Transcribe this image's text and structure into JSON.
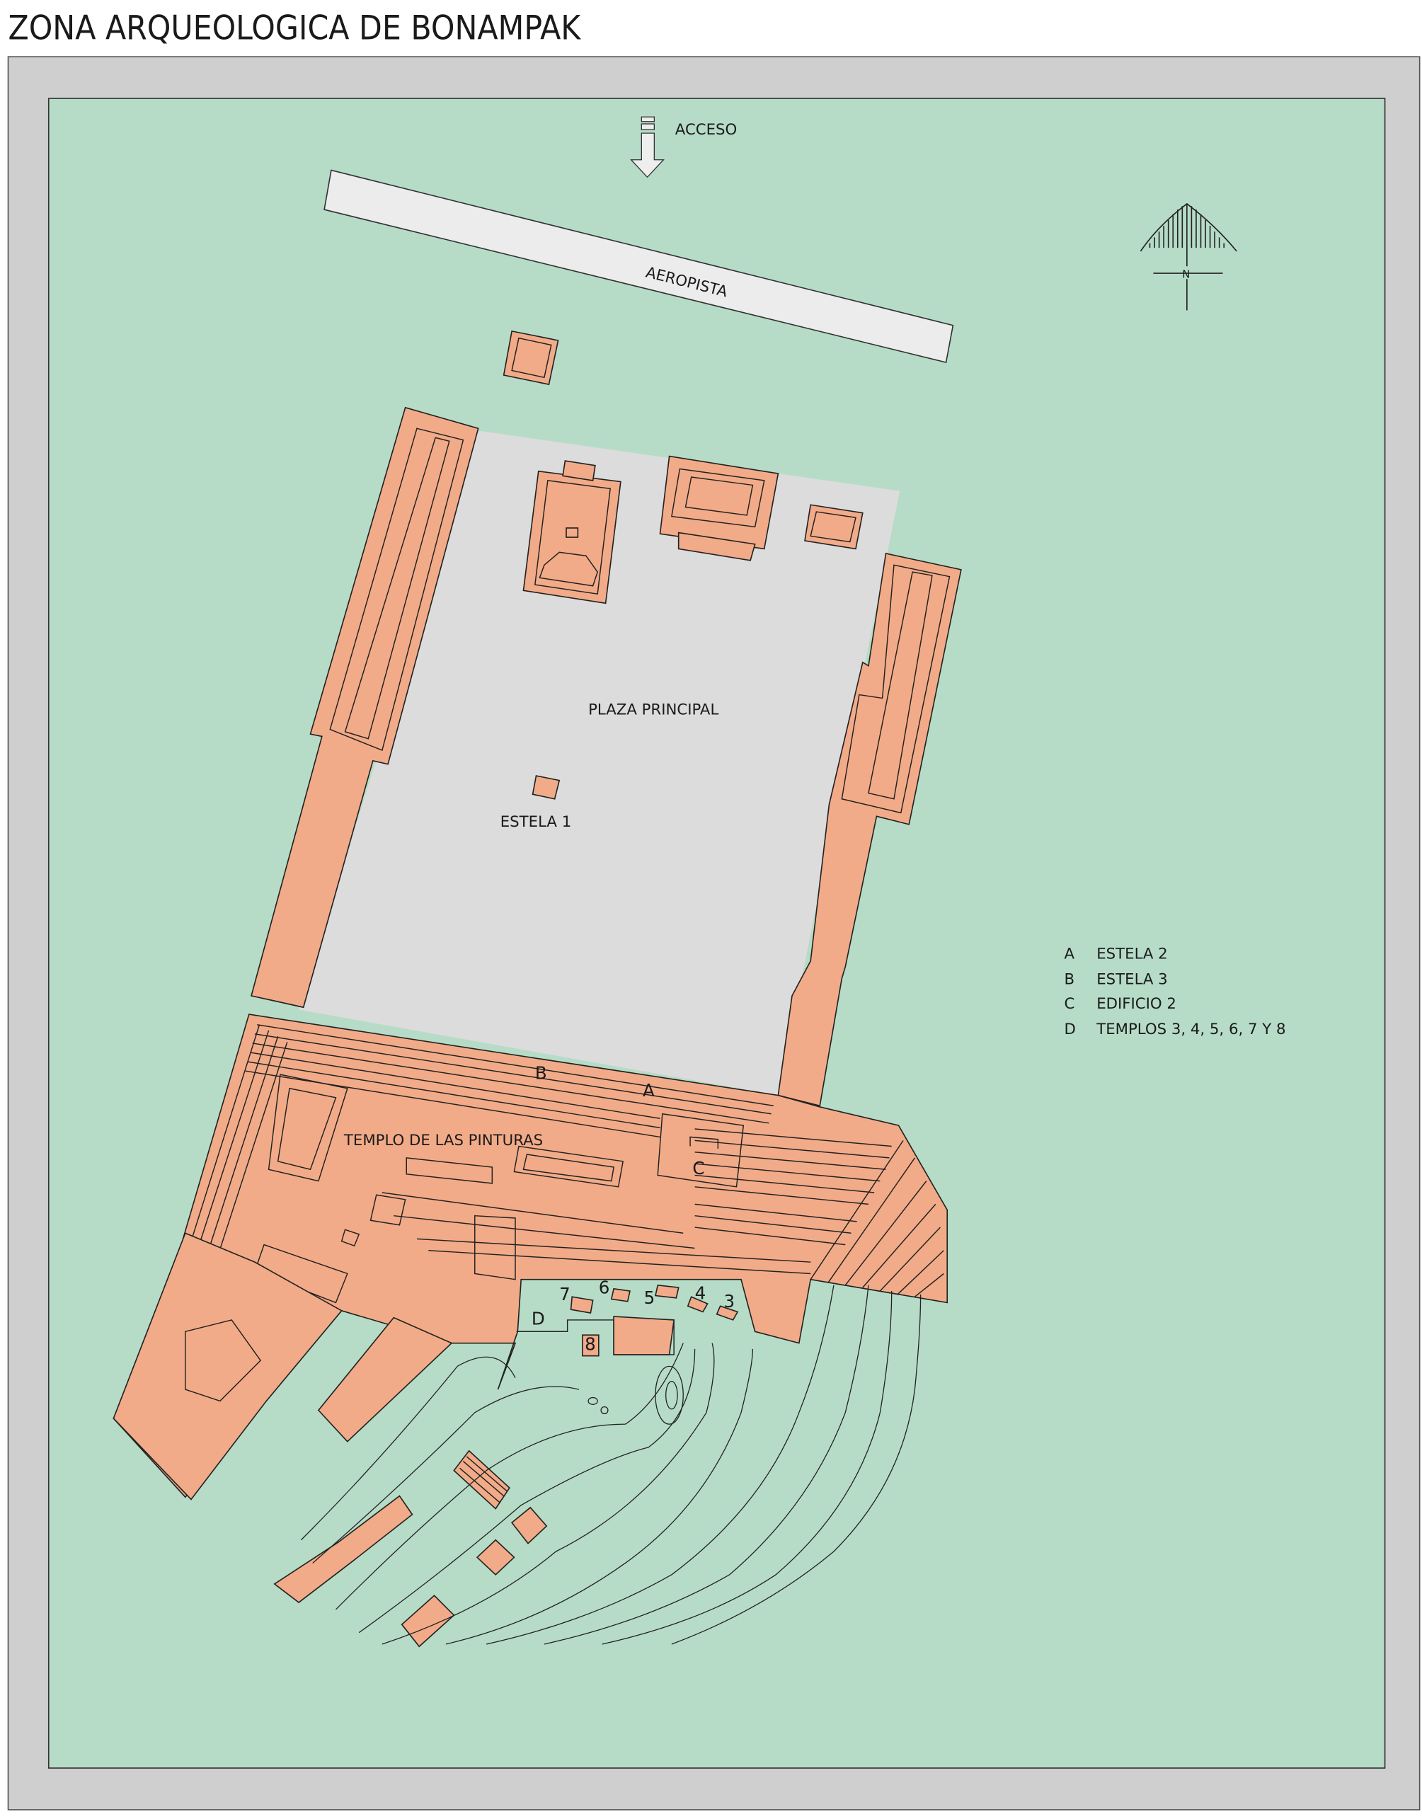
{
  "title": "ZONA ARQUEOLOGICA DE BONAMPAK",
  "colors": {
    "frame": "#cfcfcf",
    "ground": "#b6dcc8",
    "plaza": "#dcdcdc",
    "structures": "#f2ab88",
    "runway": "#ececec"
  },
  "map_labels": {
    "access": "ACCESO",
    "runway": "AEROPISTA",
    "plaza": "PLAZA PRINCIPAL",
    "stela1": "ESTELA 1",
    "temple": "TEMPLO DE LAS PINTURAS",
    "markers": {
      "a": "A",
      "b": "B",
      "c": "C",
      "d": "D"
    },
    "temples": {
      "t3": "3",
      "t4": "4",
      "t5": "5",
      "t6": "6",
      "t7": "7",
      "t8": "8"
    },
    "north": "N"
  },
  "legend": [
    {
      "key": "A",
      "label": "ESTELA 2"
    },
    {
      "key": "B",
      "label": "ESTELA 3"
    },
    {
      "key": "C",
      "label": "EDIFICIO 2"
    },
    {
      "key": "D",
      "label": "TEMPLOS 3, 4, 5, 6, 7 Y 8"
    }
  ]
}
